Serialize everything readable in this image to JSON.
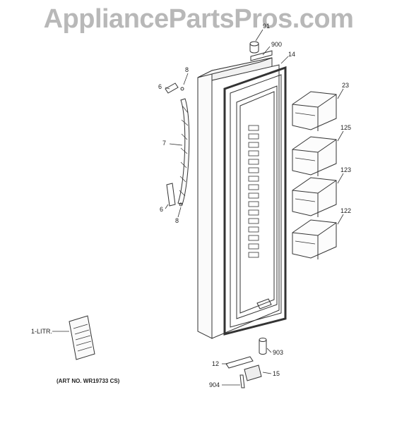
{
  "watermark": {
    "text": "AppliancePartsPros.com"
  },
  "callouts": {
    "c91": "91",
    "c900": "900",
    "c14": "14",
    "c8a": "8",
    "c6a": "6",
    "c7": "7",
    "c6b": "6",
    "c8b": "8",
    "c23": "23",
    "c125": "125",
    "c123": "123",
    "c122": "122",
    "c1litr": "1-LITR.",
    "c903": "903",
    "c12": "12",
    "c15": "15",
    "c904": "904"
  },
  "footnote": {
    "text": "(ART NO. WR19733 CS)"
  },
  "icons": {
    "door": "fridge-door-icon",
    "handle": "door-handle-icon",
    "bin": "door-bin-icon",
    "manual": "literature-icon"
  }
}
